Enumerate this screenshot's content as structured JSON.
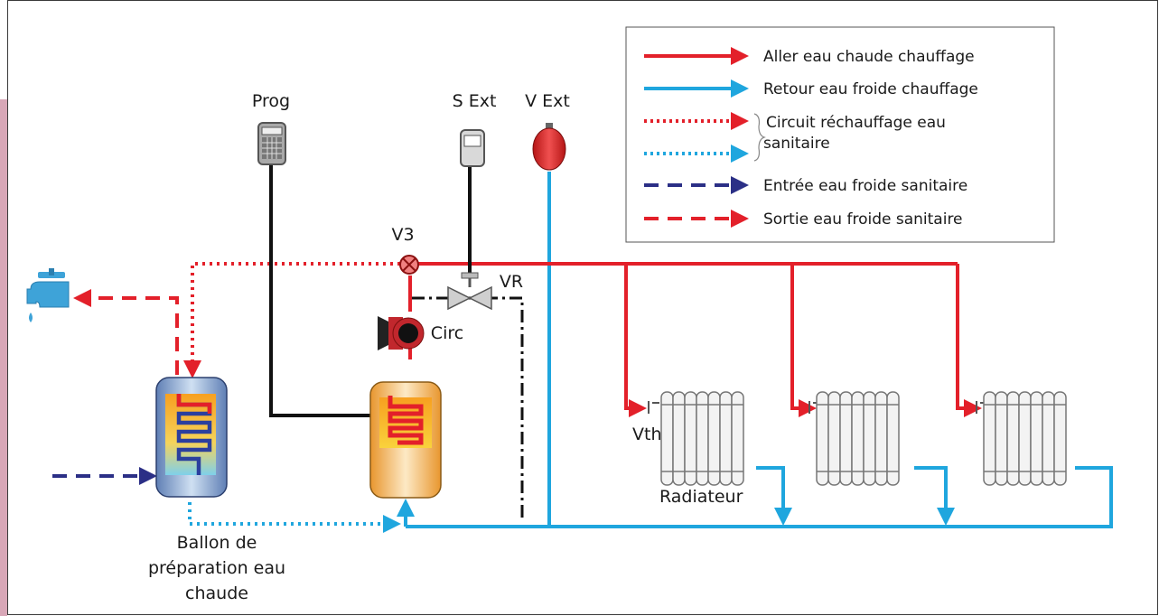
{
  "labels": {
    "prog": "Prog",
    "s_ext": "S Ext",
    "v_ext": "V Ext",
    "v3": "V3",
    "vr": "VR",
    "circ": "Circ",
    "vth": "Vth",
    "radiateur": "Radiateur",
    "ballon_line1": "Ballon de",
    "ballon_line2": "préparation eau",
    "ballon_line3": "chaude"
  },
  "legend": {
    "items": [
      {
        "text": "Aller eau chaude chauffage",
        "color": "#e3202a",
        "style": "solid"
      },
      {
        "text": "Retour eau froide chauffage",
        "color": "#1fa6de",
        "style": "solid"
      },
      {
        "text": "Circuit réchauffage eau",
        "color": "#e3202a",
        "style": "dotted"
      },
      {
        "text": "sanitaire",
        "color": "#1fa6de",
        "style": "dotted"
      },
      {
        "text": "Entrée eau froide sanitaire",
        "color": "#2b2f86",
        "style": "dashed"
      },
      {
        "text": "Sortie eau froide sanitaire",
        "color": "#e3202a",
        "style": "dashed"
      }
    ]
  },
  "colors": {
    "hot": "#e3202a",
    "cold": "#1fa6de",
    "cold_in": "#2b2f86",
    "control": "#111111"
  }
}
